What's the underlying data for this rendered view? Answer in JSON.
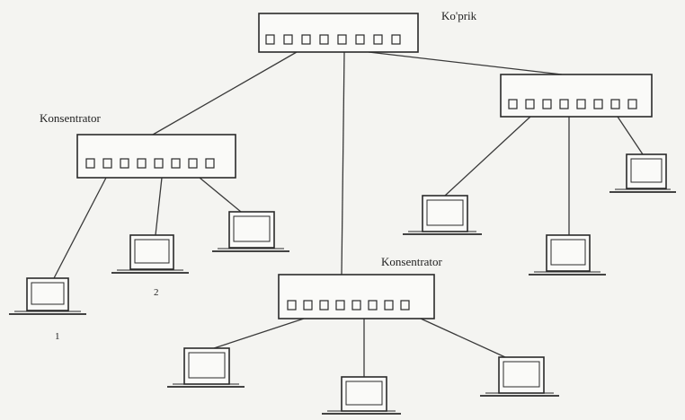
{
  "labels": {
    "bridge": "Ko'prik",
    "hub_left": "Konsentrator",
    "hub_bottom": "Konsentrator",
    "pc1": "1",
    "pc2": "2"
  },
  "colors": {
    "background": "#f4f4f1",
    "line": "#3a3a3a",
    "device_stroke": "#2a2a2a",
    "device_fill": "#fafaf8"
  },
  "icons": {
    "bridge": "bridge-device-icon",
    "hub": "hub-device-icon",
    "computer": "computer-icon"
  }
}
